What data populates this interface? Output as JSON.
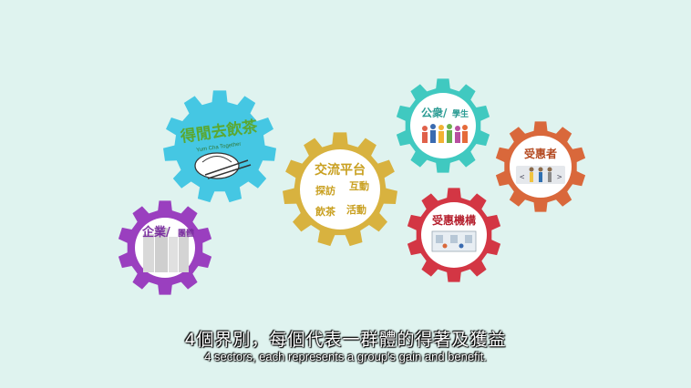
{
  "colors": {
    "background": "#dff3ef",
    "purple": "#9a3fbf",
    "cyan": "#45c7e3",
    "gold": "#d8b23f",
    "teal": "#40c9c0",
    "red": "#d33644",
    "orange": "#d9683b"
  },
  "gears": {
    "enterprise": {
      "label_main": "企業/",
      "label_small": "團體"
    },
    "brand": {
      "title": "得閒去飲茶",
      "subtitle": "Yum Cha Together"
    },
    "platform": {
      "title": "交流平台",
      "item1": "探訪",
      "item2": "互動",
      "item3": "飲茶",
      "item4": "活動"
    },
    "public": {
      "label_main": "公衆/",
      "label_small": "學生"
    },
    "organizations": {
      "label": "受惠機構"
    },
    "beneficiaries": {
      "label": "受惠者"
    }
  },
  "subtitle": {
    "zh": "4個界別，每個代表一群體的得著及獲益",
    "en": "4 sectors, each represents a group's gain and benefit."
  }
}
